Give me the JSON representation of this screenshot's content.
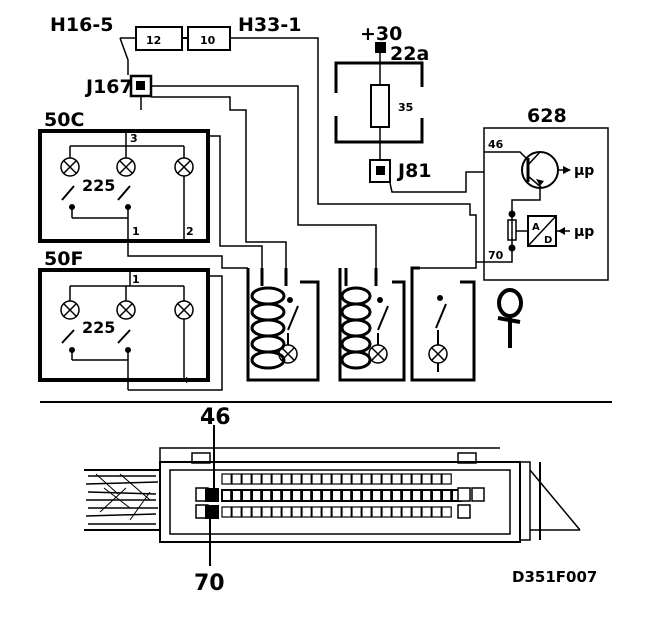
{
  "labels": {
    "h16_5": "H16-5",
    "h33_1": "H33-1",
    "fuse_12": "12",
    "fuse_10": "10",
    "plus30": "+30",
    "pin_22a": "22a",
    "fuse_35": "35",
    "j167": "J167",
    "j81": "J81",
    "sw_50c": "50C",
    "sw_50f": "50F",
    "res_225_top": "225",
    "res_225_bottom": "225",
    "pin_3": "3",
    "pin_1_top": "1",
    "pin_2": "2",
    "pin_1_bottom": "1",
    "ecu_628": "628",
    "pin_46": "46",
    "pin_70": "70",
    "mu_p_1": "µp",
    "mu_p_2": "µp",
    "ad_a": "A",
    "ad_d": "D",
    "connector_46": "46",
    "connector_70": "70",
    "ref_code": "D351F007"
  },
  "colors": {
    "ink": "#000000",
    "paper": "#ffffff"
  }
}
